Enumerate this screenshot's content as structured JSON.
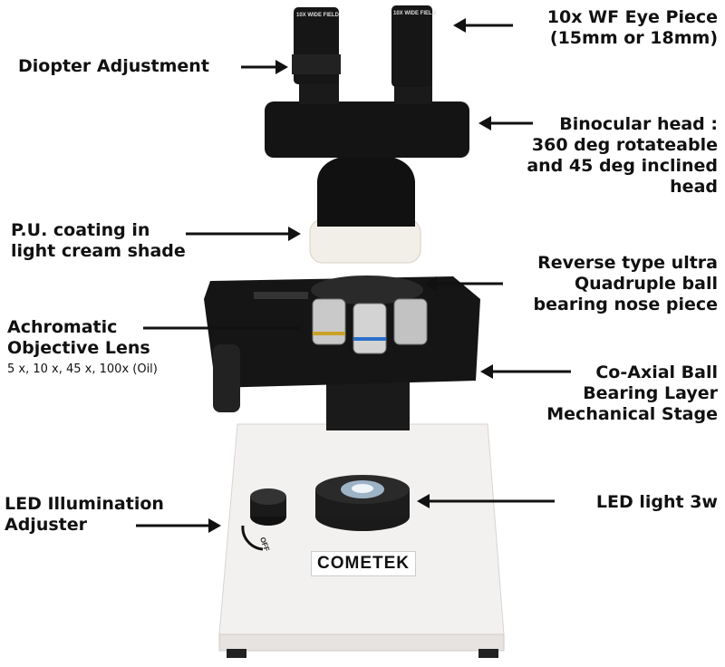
{
  "labels": {
    "eyepiece": [
      "10x WF Eye Piece",
      "(15mm or 18mm)"
    ],
    "diopter": "Diopter Adjustment",
    "binocular_head": [
      "Binocular head :",
      "360 deg rotateable",
      "and 45 deg inclined",
      "head"
    ],
    "pu_coating": [
      "P.U. coating in",
      "light cream shade"
    ],
    "nose_piece": [
      "Reverse type ultra",
      "Quadruple ball",
      "bearing nose piece"
    ],
    "objective": [
      "Achromatic",
      "Objective Lens"
    ],
    "objective_magnifications": "5 x, 10 x, 45 x, 100x (Oil)",
    "stage": [
      "Co-Axial Ball",
      "Bearing Layer",
      "Mechanical Stage"
    ],
    "led_adjuster": [
      "LED Illumination",
      "Adjuster"
    ],
    "led_light": "LED light 3w"
  },
  "product": {
    "brand_logo": "COMETEK",
    "eyepiece_marking": "10X WIDE FIELD",
    "knob_marking": "OFF"
  },
  "colors": {
    "body": "#111111",
    "base": "#f3f1f0",
    "collar": "#f2efe8"
  }
}
